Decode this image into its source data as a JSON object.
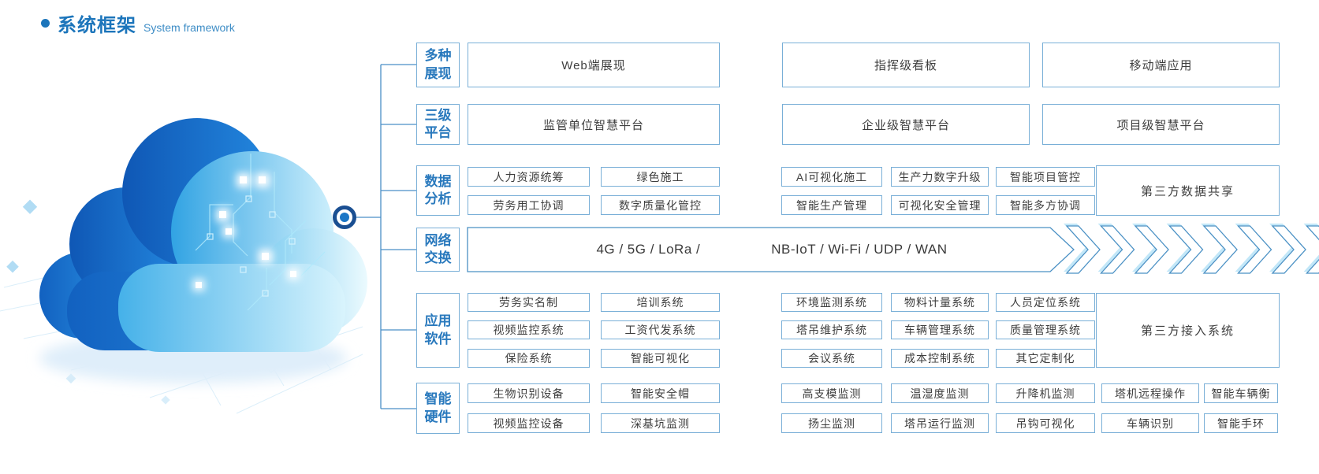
{
  "header": {
    "title_zh": "系统框架",
    "title_en": "System framework"
  },
  "framework": {
    "rows": [
      {
        "id": "display",
        "label1": "多种",
        "label2": "展现",
        "items": [
          "Web端展现",
          "指挥级看板",
          "移动端应用"
        ]
      },
      {
        "id": "platform",
        "label1": "三级",
        "label2": "平台",
        "items": [
          "监管单位智慧平台",
          "企业级智慧平台",
          "项目级智慧平台"
        ]
      },
      {
        "id": "data-analysis",
        "label1": "数据",
        "label2": "分析",
        "row1": [
          "人力资源统筹",
          "绿色施工",
          "AI可视化施工",
          "生产力数字升级",
          "智能项目管控"
        ],
        "row2": [
          "劳务用工协调",
          "数字质量化管控",
          "智能生产管理",
          "可视化安全管理",
          "智能多方协调"
        ],
        "tall": "第三方数据共享"
      },
      {
        "id": "network",
        "label1": "网络",
        "label2": "交换",
        "left": "4G / 5G / LoRa /",
        "right": "NB-IoT / Wi-Fi / UDP / WAN",
        "chevrons": 8
      },
      {
        "id": "software",
        "label1": "应用",
        "label2": "软件",
        "row1": [
          "劳务实名制",
          "培训系统",
          "环境监测系统",
          "物料计量系统",
          "人员定位系统"
        ],
        "row2": [
          "视频监控系统",
          "工资代发系统",
          "塔吊维护系统",
          "车辆管理系统",
          "质量管理系统"
        ],
        "row3": [
          "保险系统",
          "智能可视化",
          "会议系统",
          "成本控制系统",
          "其它定制化"
        ],
        "tall": "第三方接入系统"
      },
      {
        "id": "hardware",
        "label1": "智能",
        "label2": "硬件",
        "row1": [
          "生物识别设备",
          "智能安全帽",
          "高支模监测",
          "温湿度监测",
          "升降机监测",
          "塔机远程操作",
          "智能车辆衡"
        ],
        "row2": [
          "视频监控设备",
          "深基坑监测",
          "扬尘监测",
          "塔吊运行监测",
          "吊钩可视化",
          "车辆识别",
          "智能手环"
        ]
      }
    ]
  },
  "colors": {
    "accent": "#1c75bb",
    "label_text": "#2979bd",
    "box_border": "#79afd7",
    "box_text": "#3e3e3e",
    "connector_line": "#4a8fc7",
    "chevron_stroke": "#4a90c4",
    "hub_ring": "#1a4f92",
    "hub_dot": "#1b76c6",
    "cloud_dark_blue": "#1261c0",
    "cloud_light_blue": "#9fdcf6"
  }
}
